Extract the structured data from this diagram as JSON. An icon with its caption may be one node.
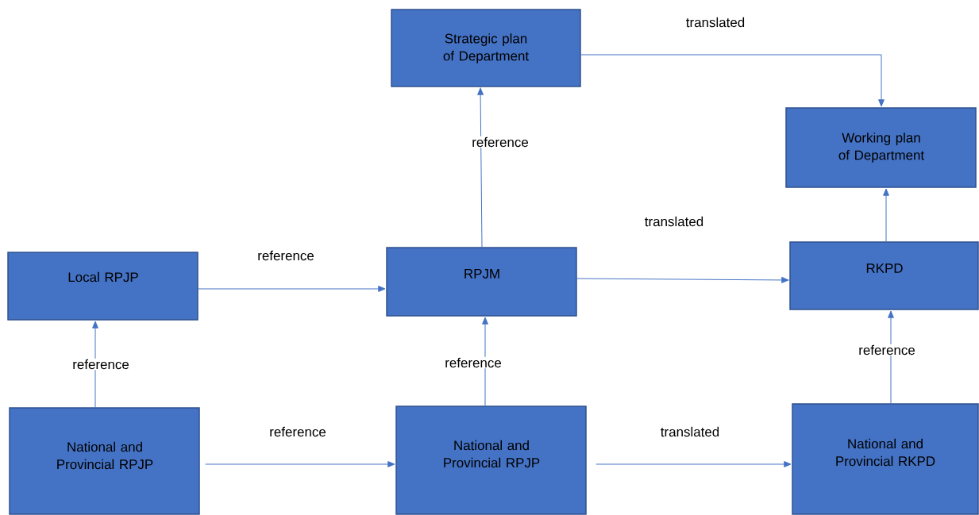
{
  "diagram": {
    "nodes": [
      {
        "text": [
          "Strategic plan of Department"
        ]
      },
      {
        "text": [
          "Working plan of Department"
        ]
      },
      {
        "text": [
          "Local RPJP"
        ]
      },
      {
        "text": [
          "RPJM"
        ]
      },
      {
        "text": [
          "RKPD"
        ]
      },
      {
        "text": [
          "National and Provincial RPJP"
        ]
      },
      {
        "text": [
          "National and Provincial RPJP"
        ]
      },
      {
        "text": [
          "National and Provincial RKPD"
        ]
      }
    ],
    "edges": [
      {
        "from": 5,
        "to": 2,
        "arrow": "to",
        "label": "reference"
      },
      {
        "from": 2,
        "to": 3,
        "arrow": "to",
        "label": "reference"
      },
      {
        "from": 5,
        "to": 6,
        "arrow": "to",
        "label": "reference"
      },
      {
        "from": 6,
        "to": 3,
        "arrow": "to",
        "label": "reference"
      },
      {
        "from": 3,
        "to": 0,
        "arrow": "to",
        "label": "reference"
      },
      {
        "from": 3,
        "to": 4,
        "arrow": "to",
        "label": "translated"
      },
      {
        "from": 6,
        "to": 7,
        "arrow": "to",
        "label": "translated"
      },
      {
        "from": 7,
        "to": 4,
        "arrow": "to",
        "label": "reference"
      },
      {
        "from": 0,
        "to": 1,
        "arrow": "to",
        "label": "translated"
      },
      {
        "from": 4,
        "to": 1,
        "arrow": "to"
      }
    ]
  }
}
